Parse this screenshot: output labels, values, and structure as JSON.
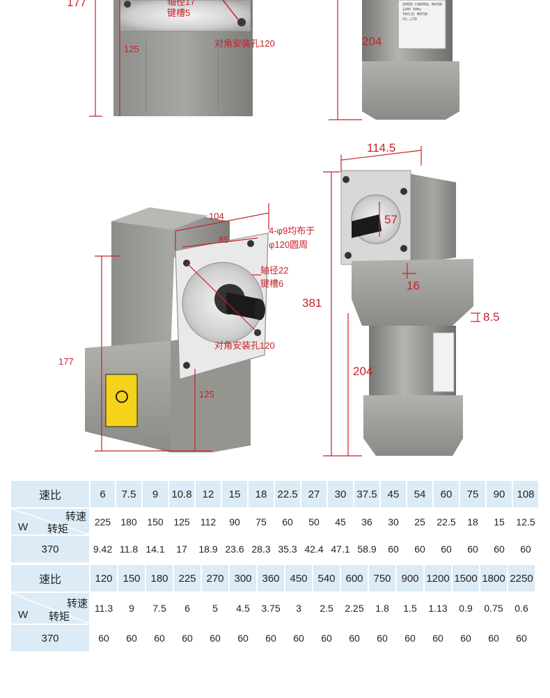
{
  "top_left_labels": {
    "dim_177": "177",
    "shaft_diameter": "轴径17",
    "key_slot": "键槽5",
    "dim_125": "125",
    "diag_hole": "对角安装孔120"
  },
  "top_right_labels": {
    "dim_204": "204",
    "nameplate_line1": "SPEED CONTROL MOTOR",
    "nameplate_line2": "220V 50Hz",
    "nameplate_line3": "TAYLIC MOTOR CO.,LTD"
  },
  "middle_left_labels": {
    "dim_104": "104",
    "dim_85": "85",
    "hole_spec_1": "4-φ9均布于",
    "hole_spec_2": "φ120圆周",
    "shaft_diameter": "轴径22",
    "key_slot": "键槽6",
    "diag_hole": "对角安装孔120",
    "dim_177": "177",
    "dim_125": "125"
  },
  "middle_right_labels": {
    "dim_114_5": "114.5",
    "dim_57": "57",
    "dim_16": "16",
    "dim_381": "381",
    "dim_8_5": "8.5",
    "dim_204": "204"
  },
  "table1": {
    "ratio_label": "速比",
    "speed_label": "转速",
    "torque_label": "转矩",
    "w_label": "W",
    "power": "370",
    "ratios": [
      "6",
      "7.5",
      "9",
      "10.8",
      "12",
      "15",
      "18",
      "22.5",
      "27",
      "30",
      "37.5",
      "45",
      "54",
      "60",
      "75",
      "90",
      "108"
    ],
    "speeds": [
      "225",
      "180",
      "150",
      "125",
      "112",
      "90",
      "75",
      "60",
      "50",
      "45",
      "36",
      "30",
      "25",
      "22.5",
      "18",
      "15",
      "12.5"
    ],
    "torques": [
      "9.42",
      "11.8",
      "14.1",
      "17",
      "18.9",
      "23.6",
      "28.3",
      "35.3",
      "42.4",
      "47.1",
      "58.9",
      "60",
      "60",
      "60",
      "60",
      "60",
      "60"
    ]
  },
  "table2": {
    "ratio_label": "速比",
    "speed_label": "转速",
    "torque_label": "转矩",
    "w_label": "W",
    "power": "370",
    "ratios": [
      "120",
      "150",
      "180",
      "225",
      "270",
      "300",
      "360",
      "450",
      "540",
      "600",
      "750",
      "900",
      "1200",
      "1500",
      "1800",
      "2250"
    ],
    "speeds": [
      "11.3",
      "9",
      "7.5",
      "6",
      "5",
      "4.5",
      "3.75",
      "3",
      "2.5",
      "2.25",
      "1.8",
      "1.5",
      "1.13",
      "0.9",
      "0.75",
      "0.6"
    ],
    "torques": [
      "60",
      "60",
      "60",
      "60",
      "60",
      "60",
      "60",
      "60",
      "60",
      "60",
      "60",
      "60",
      "60",
      "60",
      "60",
      "60"
    ]
  },
  "colors": {
    "dimension_red": "#c8202a",
    "table_blue": "#dcebf5",
    "housing_grey": "#9a9a96",
    "flange_silver": "#d8d8d8",
    "shaft_black": "#1a1a1a"
  }
}
